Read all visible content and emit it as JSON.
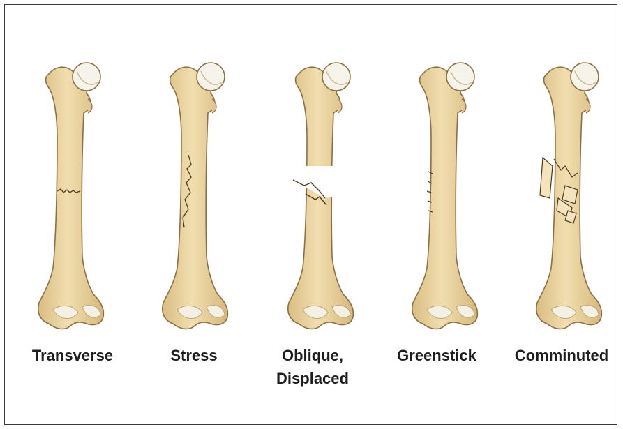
{
  "fractures": [
    {
      "label": "Transverse"
    },
    {
      "label": "Stress"
    },
    {
      "label_line1": "Oblique,",
      "label_line2": "Displaced"
    },
    {
      "label": "Greenstick"
    },
    {
      "label": "Comminuted"
    }
  ],
  "colors": {
    "bone_fill": "#ecd8a6",
    "bone_outline": "#8a7145",
    "cartilage": "#f7f5ee",
    "crack": "#4a3a22"
  }
}
